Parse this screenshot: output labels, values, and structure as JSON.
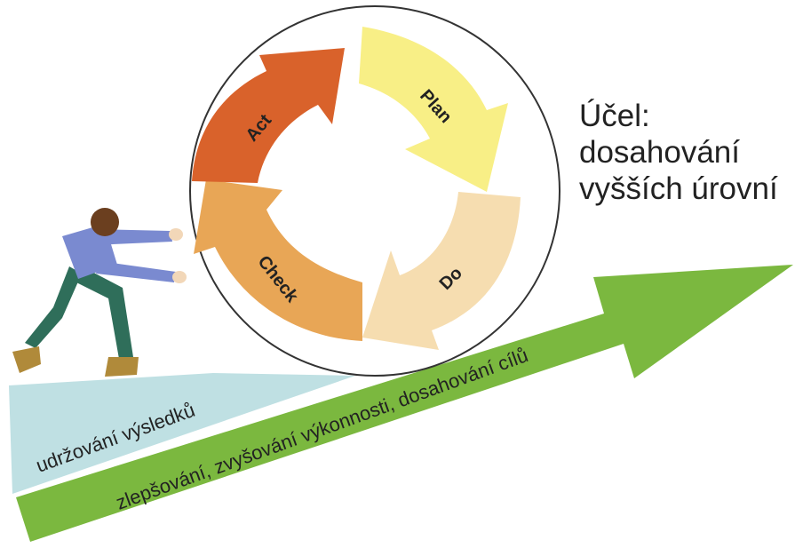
{
  "cycle": {
    "plan_label": "Plan",
    "do_label": "Do",
    "check_label": "Check",
    "act_label": "Act"
  },
  "goal": {
    "line1": "Účel:",
    "line2": "dosahování",
    "line3": "vyšších úrovní"
  },
  "ramp": {
    "maintain_label": "udržování výsledků",
    "improve_label": "zlepšování, zvyšování výkonnosti, dosahování cílů"
  },
  "colors": {
    "plan": "#f8ef86",
    "do": "#f6ddb0",
    "check": "#e8a656",
    "act": "#d9622b",
    "maintain_wedge": "#bfe0e3",
    "improve_arrow": "#7bb83f",
    "figure_shirt": "#7a8ad0",
    "figure_trousers": "#2f6e5a",
    "figure_shoes": "#b08a3a"
  }
}
